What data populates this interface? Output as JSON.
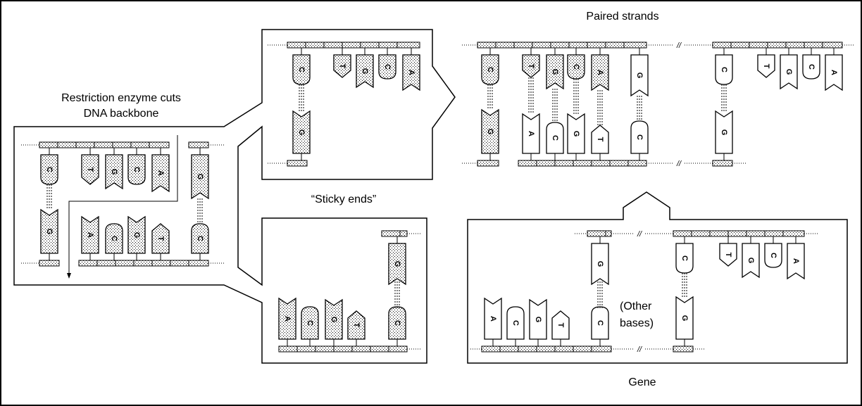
{
  "labels": {
    "restriction_line1": "Restriction enzyme cuts",
    "restriction_line2": "DNA backbone",
    "paired_strands": "Paired strands",
    "sticky_ends": "“Sticky ends”",
    "other_bases_line1": "(Other",
    "other_bases_line2": "bases)",
    "gene": "Gene",
    "break_mark": "//"
  },
  "panels": {
    "cut": {
      "top_strand": [
        "C",
        "T",
        "G",
        "C",
        "A",
        "G"
      ],
      "bottom_strand": [
        "G",
        "A",
        "C",
        "G",
        "T",
        "C"
      ]
    },
    "sticky_top": {
      "top_strand": [
        "C",
        "T",
        "G",
        "C",
        "A"
      ],
      "bottom_strand": [
        "G"
      ]
    },
    "sticky_bottom": {
      "top_strand": [
        "G"
      ],
      "bottom_strand": [
        "A",
        "C",
        "G",
        "T",
        "C"
      ]
    },
    "paired": {
      "top_strand": [
        "C",
        "T",
        "G",
        "C",
        "A",
        "G",
        "C",
        "T",
        "G",
        "C",
        "A"
      ],
      "bottom_strand": [
        "G",
        "A",
        "C",
        "G",
        "T",
        "C",
        "G"
      ]
    },
    "gene": {
      "top_strand": [
        "G",
        "C",
        "T",
        "G",
        "C",
        "A"
      ],
      "bottom_strand": [
        "A",
        "C",
        "G",
        "T",
        "C",
        "G"
      ]
    }
  }
}
